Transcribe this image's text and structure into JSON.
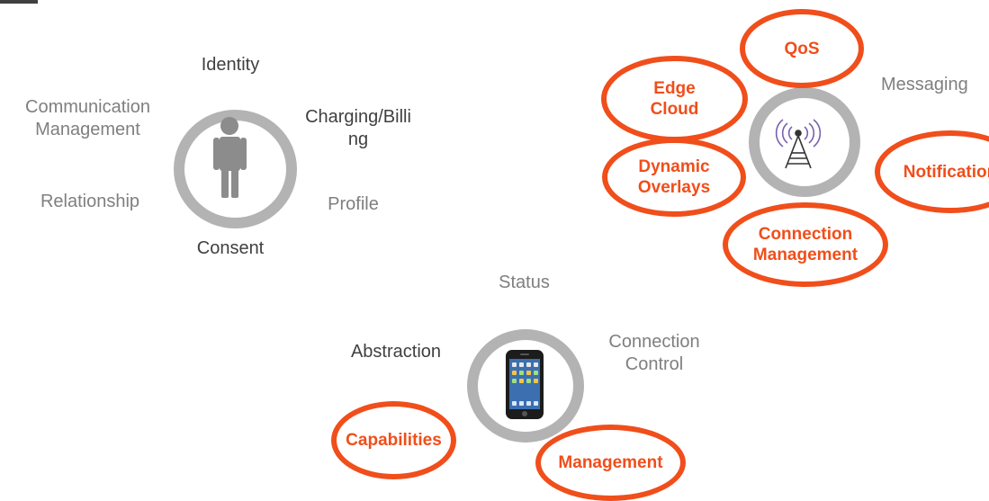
{
  "identity_cluster": {
    "labels": {
      "identity": "Identity",
      "communication_management": "Communication\nManagement",
      "charging_billing": "Charging/Billi\nng",
      "relationship": "Relationship",
      "profile": "Profile",
      "consent": "Consent"
    },
    "icon": "person-icon"
  },
  "network_cluster": {
    "ovals": {
      "qos": "QoS",
      "edge_cloud": "Edge\nCloud",
      "dynamic_overlays": "Dynamic\nOverlays",
      "notification": "Notification",
      "connection_management": "Connection\nManagement"
    },
    "labels": {
      "messaging": "Messaging"
    },
    "icon": "cell-tower-icon"
  },
  "device_cluster": {
    "labels": {
      "status": "Status",
      "abstraction": "Abstraction",
      "connection_control": "Connection\nControl"
    },
    "ovals": {
      "capabilities": "Capabilities",
      "management": "Management"
    },
    "icon": "smartphone-icon"
  },
  "colors": {
    "accent": "#f04e1b",
    "ring": "#b3b3b3",
    "label_gray": "#7f7f7f",
    "label_dark": "#404040"
  }
}
